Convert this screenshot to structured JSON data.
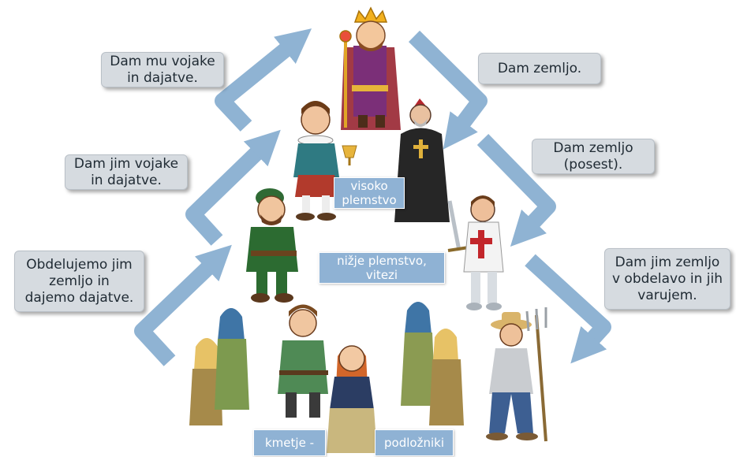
{
  "bubbles": {
    "top_left": [
      "Dam mu vojake",
      "in dajatve."
    ],
    "mid_left": [
      "Dam jim vojake",
      "in dajatve."
    ],
    "bottom_left": [
      "Obdelujemo jim",
      "zemljo in",
      "dajemo dajatve."
    ],
    "top_right": [
      "Dam zemljo."
    ],
    "mid_right": [
      "Dam zemljo",
      "(posest)."
    ],
    "bottom_right": [
      "Dam jim zemljo",
      "v obdelavo in jih",
      "varujem."
    ]
  },
  "tags": {
    "high_nobility": [
      "visoko",
      "plemstvo"
    ],
    "low_nobility": [
      "nižje plemstvo,",
      "vitezi"
    ],
    "peasants": [
      "kmetje -"
    ],
    "subjects": [
      "podložniki"
    ]
  },
  "colors": {
    "arrow": "#8fb3d3",
    "bubble_bg": "#d6dbe0",
    "tag_bg": "#8fb2d4"
  }
}
